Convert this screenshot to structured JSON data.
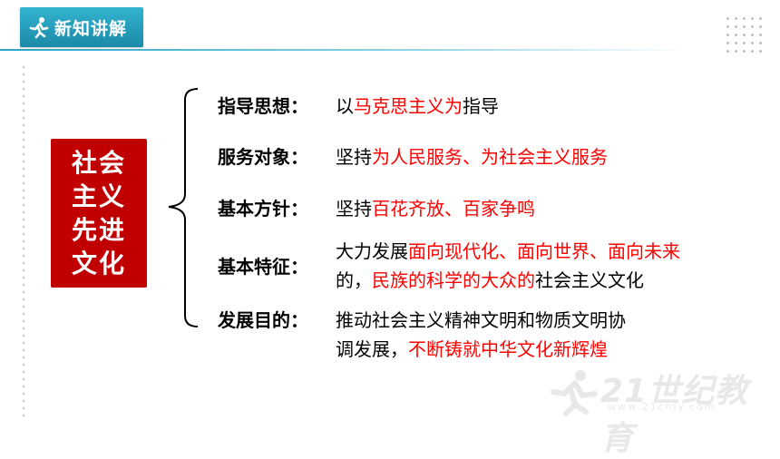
{
  "header": {
    "badge_label": "新知讲解",
    "accent_color": "#2aa6c5"
  },
  "main_title": "社会主义先进文化",
  "rows": [
    {
      "label": "指导思想：",
      "line1": [
        {
          "t": "以",
          "red": false
        },
        {
          "t": "马克思主义为",
          "red": true
        },
        {
          "t": "指导",
          "red": false
        }
      ]
    },
    {
      "label": "服务对象：",
      "line1": [
        {
          "t": "坚持",
          "red": false
        },
        {
          "t": "为人民服务、为社会主义服务",
          "red": true
        }
      ]
    },
    {
      "label": "基本方针：",
      "line1": [
        {
          "t": "坚持",
          "red": false
        },
        {
          "t": "百花齐放、百家争鸣",
          "red": true
        }
      ]
    },
    {
      "label": "基本特征：",
      "line1": [
        {
          "t": "大力发展",
          "red": false
        },
        {
          "t": "面向现代化、面向世界、面向未来",
          "red": true
        }
      ],
      "line2": [
        {
          "t": "的，",
          "red": false
        },
        {
          "t": "民族的科学的大众的",
          "red": true
        },
        {
          "t": "社会主义文化",
          "red": false
        }
      ]
    },
    {
      "label": "发展目的：",
      "line1": [
        {
          "t": "推动社会主义精神文明和物质文明协",
          "red": false
        }
      ],
      "line2": [
        {
          "t": "调发展，",
          "red": false
        },
        {
          "t": "不断铸就中华文化新辉煌",
          "red": true
        }
      ]
    }
  ],
  "watermark": {
    "main": "21世纪教育",
    "sub": "www.21cnjy.com"
  },
  "colors": {
    "title_bg": "#c00000",
    "highlight": "#ff0000"
  }
}
